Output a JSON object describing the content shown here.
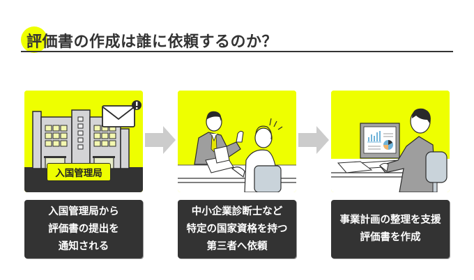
{
  "header": {
    "title": "評価書の作成は誰に依頼するのか？"
  },
  "colors": {
    "accent": "#EEFF00",
    "dark": "#333333",
    "arrow": "#CCCCCC"
  },
  "steps": [
    {
      "illustration": "government-building-with-mail-icon",
      "building_label": "入国管理局",
      "caption_lines": [
        "入国管理局から",
        "評価書の提出を",
        "通知される"
      ]
    },
    {
      "illustration": "consultation-meeting-icon",
      "caption_lines": [
        "中小企業診断士など",
        "特定の国家資格を持つ",
        "第三者へ依頼"
      ]
    },
    {
      "illustration": "person-at-computer-icon",
      "caption_lines": [
        "事業計画の整理を支援",
        "評価書を作成"
      ]
    }
  ],
  "connectors": [
    "arrow-right-icon",
    "arrow-right-icon"
  ]
}
